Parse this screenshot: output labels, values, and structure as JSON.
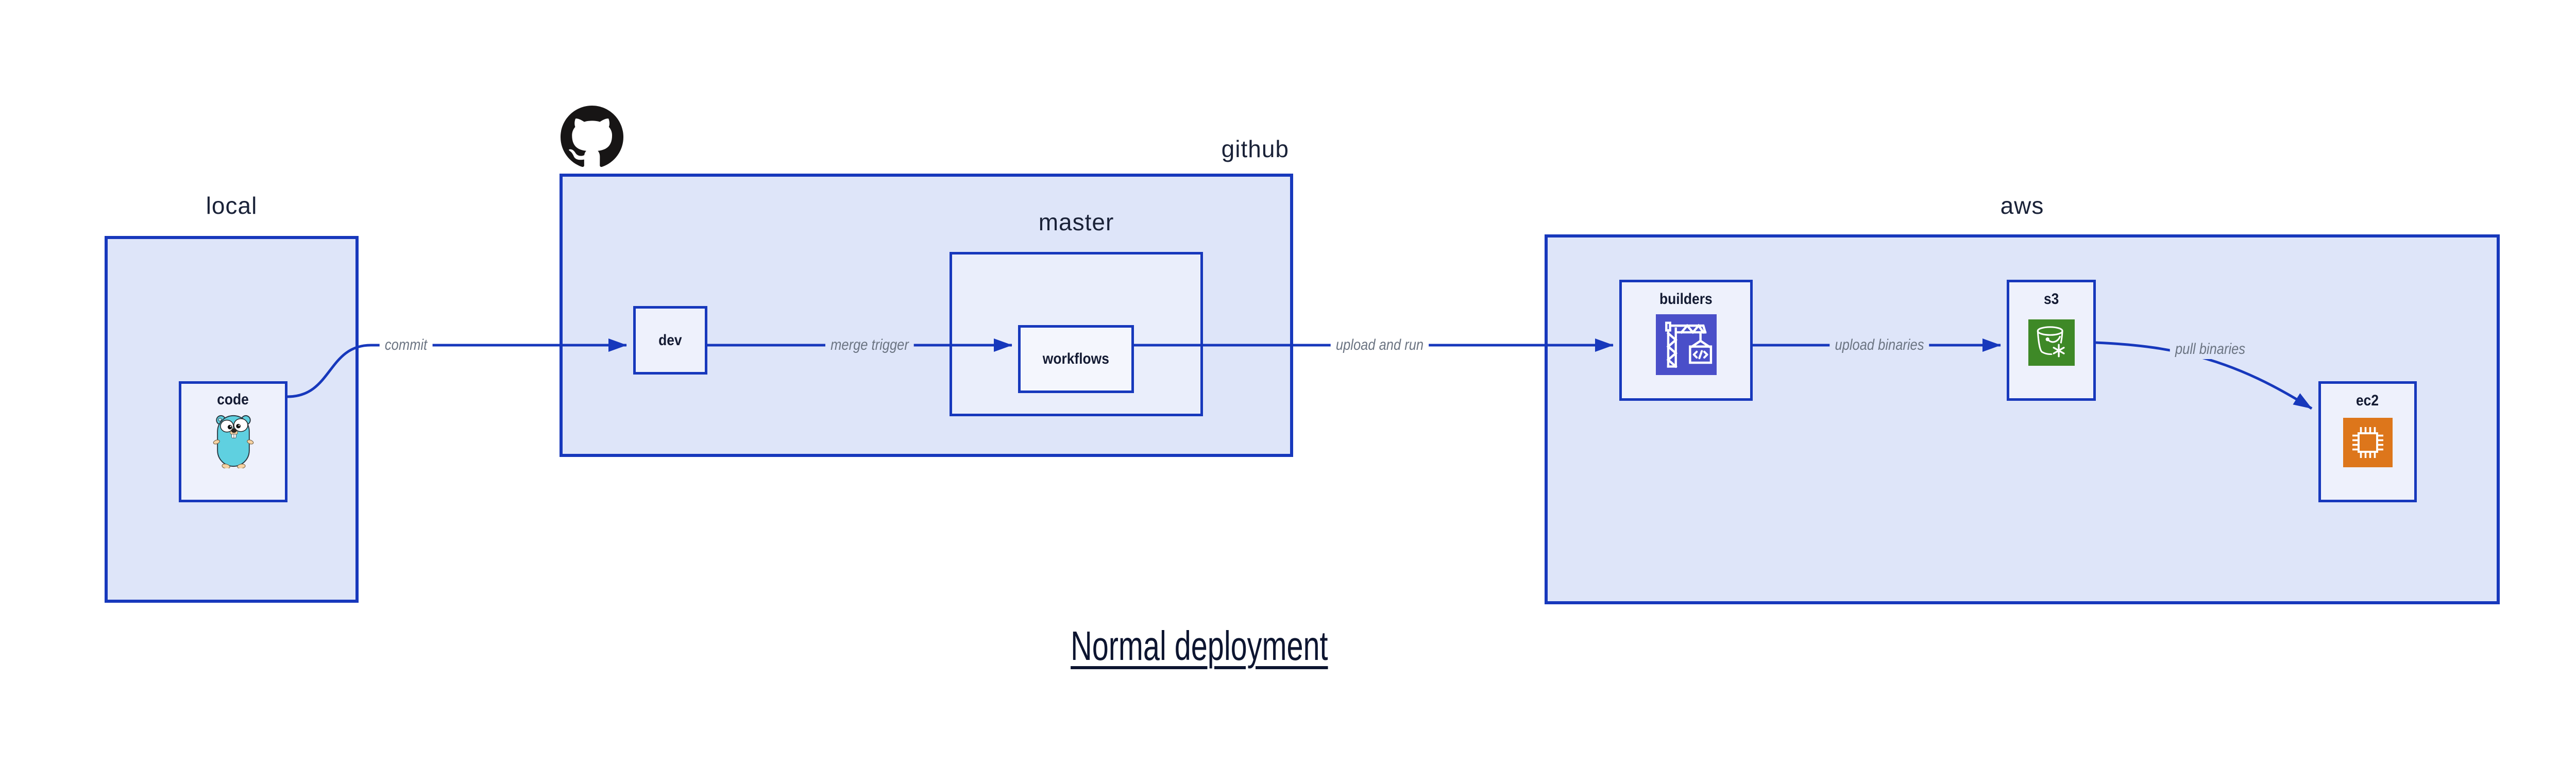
{
  "title": "Normal deployment",
  "groups": {
    "local": {
      "label": "local"
    },
    "github": {
      "label": "github"
    },
    "master": {
      "label": "master"
    },
    "aws": {
      "label": "aws"
    }
  },
  "nodes": {
    "code": {
      "label": "code",
      "icon": "go-gopher-icon"
    },
    "dev": {
      "label": "dev"
    },
    "workflows": {
      "label": "workflows"
    },
    "builders": {
      "label": "builders",
      "icon": "codebuild-crane-icon"
    },
    "s3": {
      "label": "s3",
      "icon": "s3-glacier-bucket-icon"
    },
    "ec2": {
      "label": "ec2",
      "icon": "ec2-chip-icon"
    }
  },
  "edges": [
    {
      "id": "commit",
      "label": "commit",
      "from": "code",
      "to": "dev"
    },
    {
      "id": "merge-trigger",
      "label": "merge trigger",
      "from": "dev",
      "to": "workflows"
    },
    {
      "id": "upload-and-run",
      "label": "upload and run",
      "from": "workflows",
      "to": "builders"
    },
    {
      "id": "upload-binaries",
      "label": "upload binaries",
      "from": "builders",
      "to": "s3"
    },
    {
      "id": "pull-binaries",
      "label": "pull binaries",
      "from": "s3",
      "to": "ec2"
    }
  ],
  "icons": {
    "github_logo": "github-octocat-icon"
  },
  "colors": {
    "accent_blue": "#1738bc",
    "outer_fill": "#dee5f9",
    "mid_fill": "#eaeefb",
    "leaf_fill": "#eef1fc",
    "leaf_fill_light": "#f4f6fd",
    "text_dark": "#141b33",
    "edge_label_gray": "#6b7482",
    "codebuild_purple": "#4a4fc9",
    "s3_green": "#3e8927",
    "ec2_orange": "#dd761b",
    "octocat_black": "#171515",
    "gopher_teal": "#5fd0e0"
  }
}
